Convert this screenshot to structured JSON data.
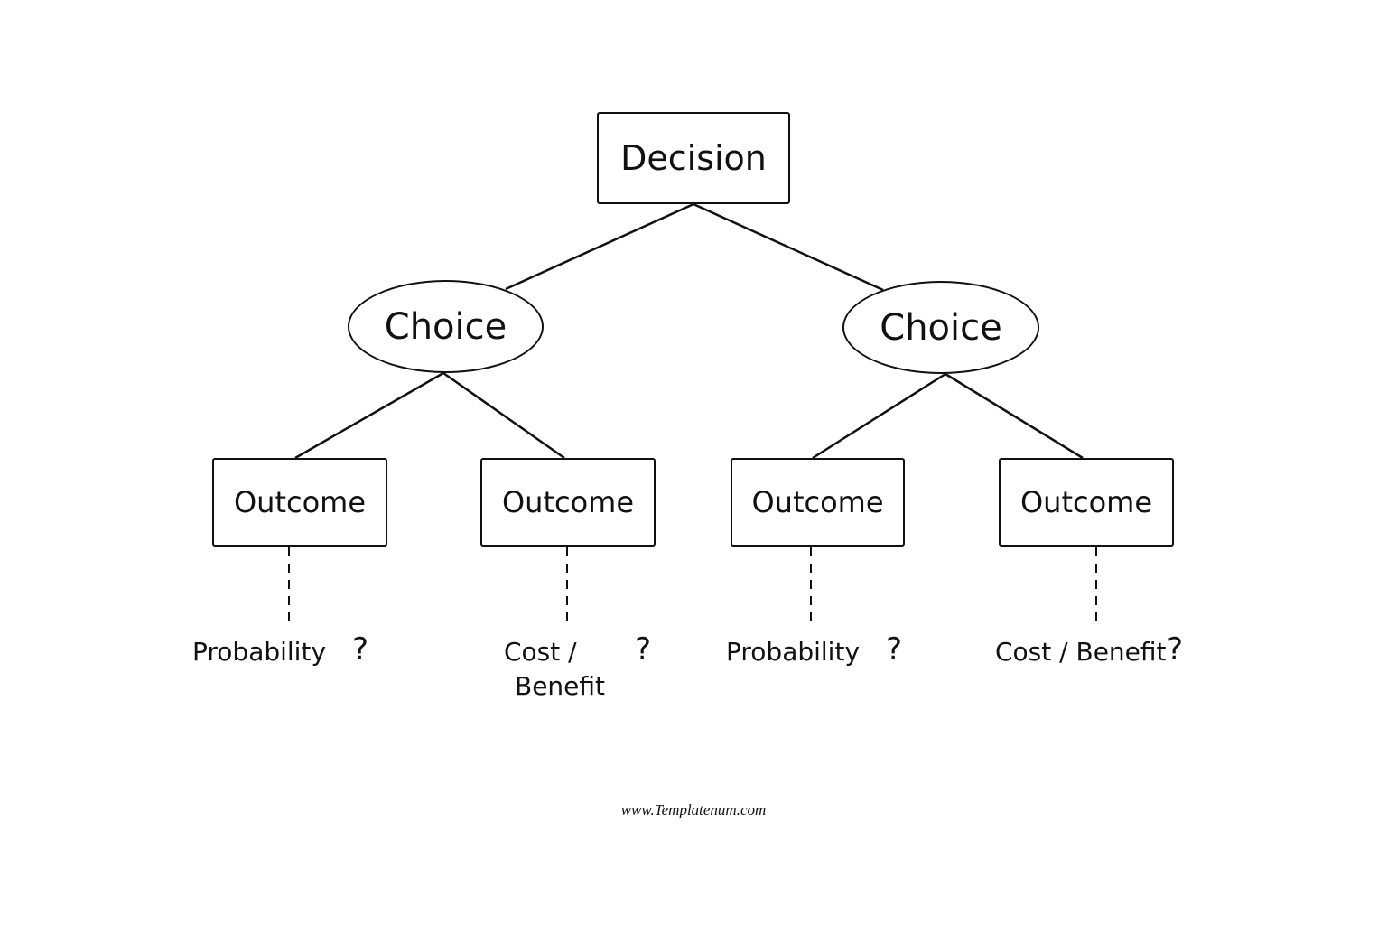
{
  "decision": {
    "label": "Decision"
  },
  "choices": [
    {
      "label": "Choice"
    },
    {
      "label": "Choice"
    }
  ],
  "outcomes": [
    {
      "label": "Outcome"
    },
    {
      "label": "Outcome"
    },
    {
      "label": "Outcome"
    },
    {
      "label": "Outcome"
    }
  ],
  "annotations": [
    {
      "line1": "Probability",
      "line2": "",
      "mark": "?"
    },
    {
      "line1": "Cost /",
      "line2": "Benefit",
      "mark": "?"
    },
    {
      "line1": "Probability",
      "line2": "",
      "mark": "?"
    },
    {
      "line1": "Cost / Benefit",
      "line2": "",
      "mark": "?"
    }
  ],
  "footer": {
    "text": "www.Templatenum.com"
  },
  "colors": {
    "stroke": "#111111",
    "background": "#ffffff"
  }
}
